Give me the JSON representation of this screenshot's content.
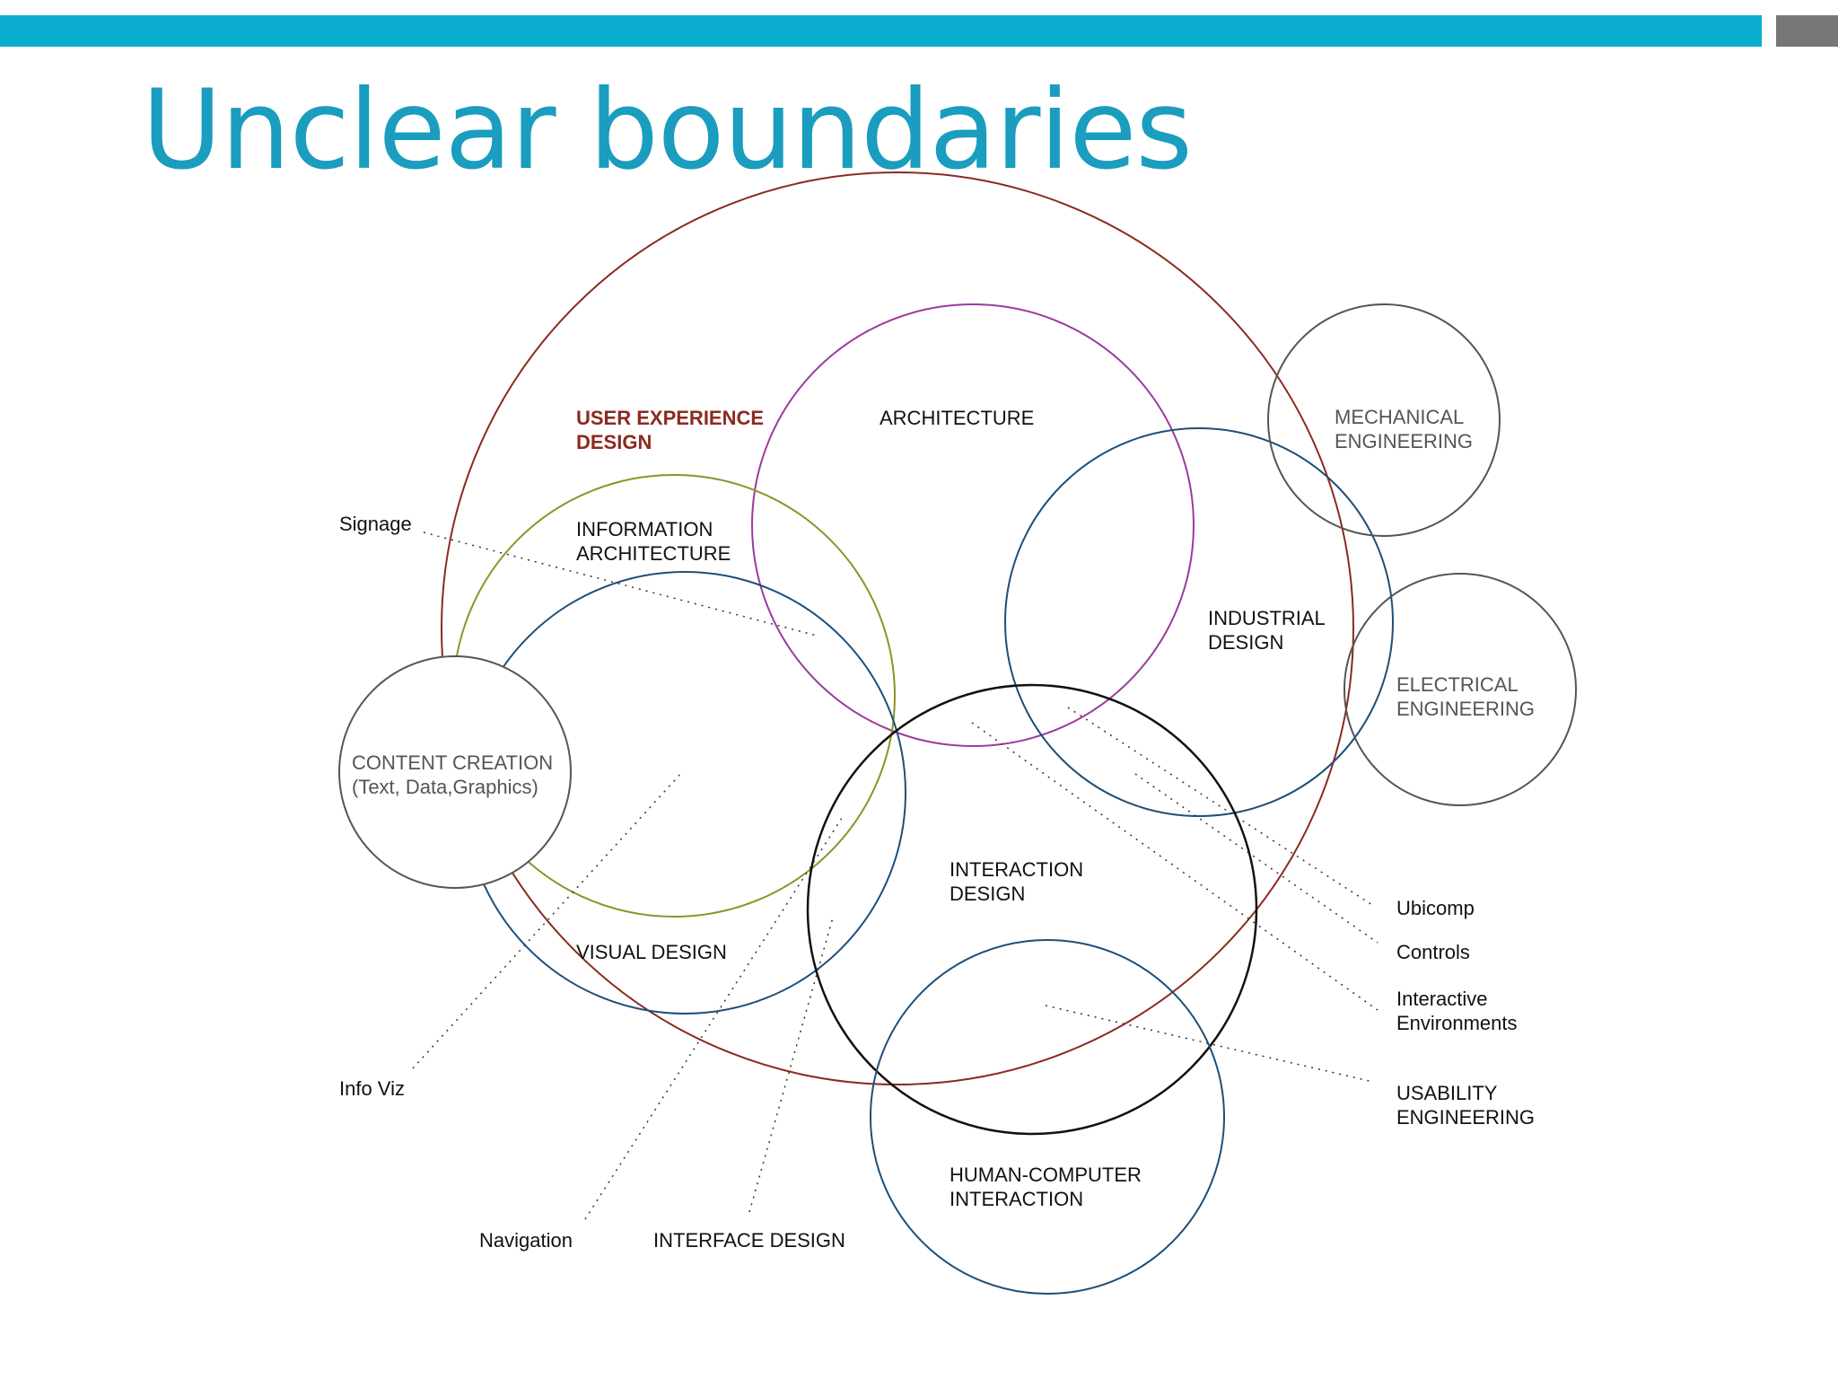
{
  "slide": {
    "title": "Unclear boundaries",
    "colors": {
      "accent": "#0aaccf",
      "title": "#1a9dbe",
      "corner_block": "#777777"
    }
  },
  "diagram": {
    "disciplines": {
      "user_experience_design": {
        "lines": [
          "USER EXPERIENCE",
          "DESIGN"
        ],
        "color": "#8b2a1f"
      },
      "architecture": {
        "lines": [
          "ARCHITECTURE"
        ],
        "color": "#9b3a9e"
      },
      "information_architecture": {
        "lines": [
          "INFORMATION",
          "ARCHITECTURE"
        ],
        "color": "#8a9428"
      },
      "visual_design": {
        "lines": [
          "VISUAL DESIGN"
        ],
        "color": "#1d4f7a"
      },
      "content_creation": {
        "lines": [
          "CONTENT CREATION",
          "(Text, Data,Graphics)"
        ],
        "color": "#555555"
      },
      "industrial_design": {
        "lines": [
          "INDUSTRIAL",
          "DESIGN"
        ],
        "color": "#1d4f7a"
      },
      "mechanical_engineering": {
        "lines": [
          "MECHANICAL",
          "ENGINEERING"
        ],
        "color": "#555555"
      },
      "electrical_engineering": {
        "lines": [
          "ELECTRICAL",
          "ENGINEERING"
        ],
        "color": "#555555"
      },
      "interaction_design": {
        "lines": [
          "INTERACTION",
          "DESIGN"
        ],
        "color": "#111111"
      },
      "human_computer_interaction": {
        "lines": [
          "HUMAN-COMPUTER",
          "INTERACTION"
        ],
        "color": "#1d4f7a"
      }
    },
    "callouts": {
      "signage": {
        "lines": [
          "Signage"
        ]
      },
      "info_viz": {
        "lines": [
          "Info Viz"
        ]
      },
      "navigation": {
        "lines": [
          "Navigation"
        ]
      },
      "interface_design": {
        "lines": [
          "INTERFACE DESIGN"
        ]
      },
      "ubicomp": {
        "lines": [
          "Ubicomp"
        ]
      },
      "controls": {
        "lines": [
          "Controls"
        ]
      },
      "interactive_environments": {
        "lines": [
          "Interactive",
          "Environments"
        ]
      },
      "usability_engineering": {
        "lines": [
          "USABILITY",
          "ENGINEERING"
        ]
      }
    }
  }
}
